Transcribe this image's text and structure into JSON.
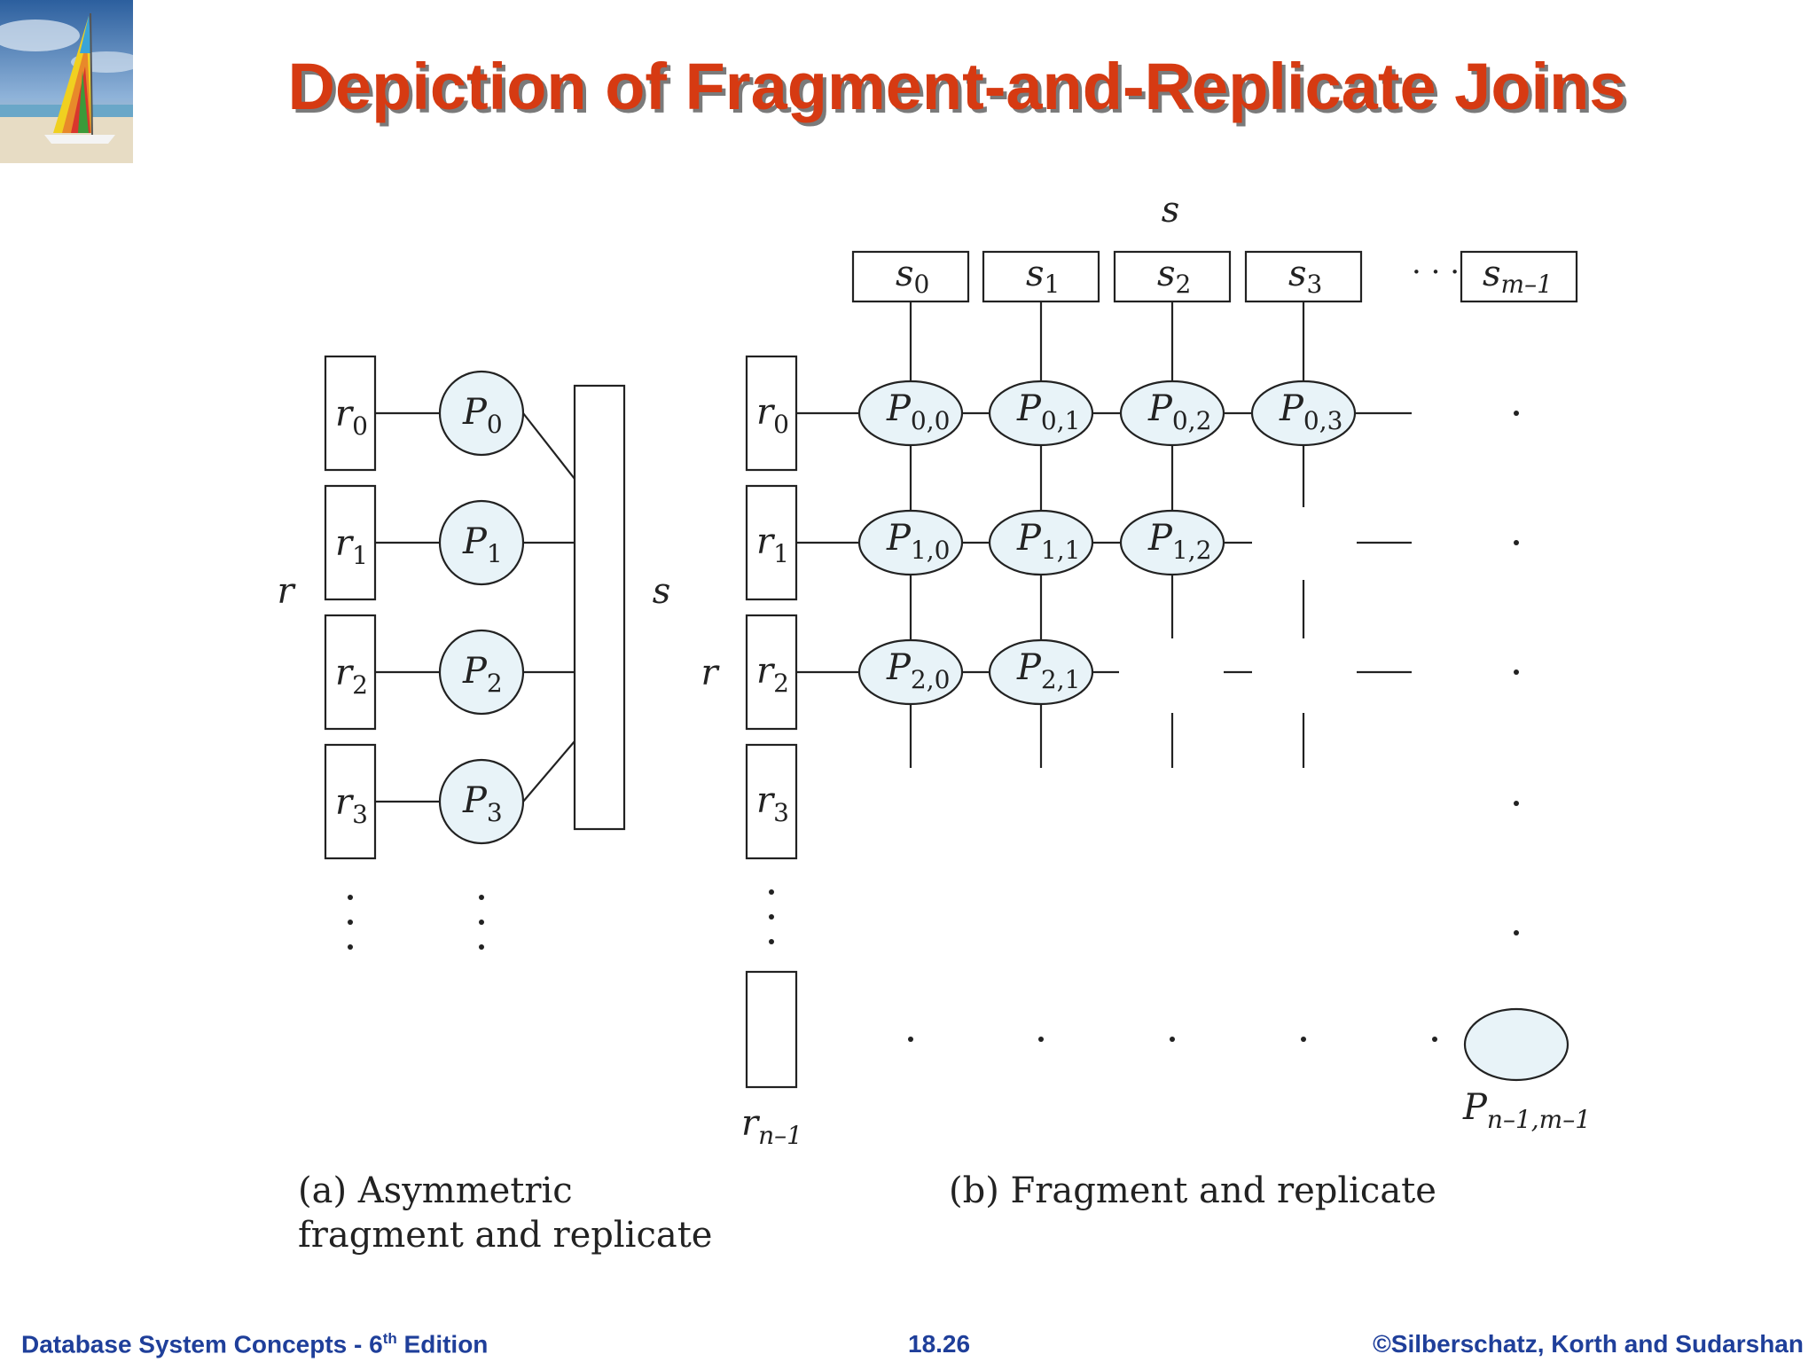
{
  "slide": {
    "title": "Depiction of Fragment-and-Replicate Joins"
  },
  "footer": {
    "left_text": "Database System Concepts - 6",
    "left_sup": "th",
    "left_suffix": " Edition",
    "page_number": "18.26",
    "copyright": "©Silberschatz, Korth and Sudarshan"
  },
  "diagram_a": {
    "relation_r": "r",
    "relation_s": "s",
    "fragments": [
      {
        "base": "r",
        "sub": "0"
      },
      {
        "base": "r",
        "sub": "1"
      },
      {
        "base": "r",
        "sub": "2"
      },
      {
        "base": "r",
        "sub": "3"
      }
    ],
    "processors": [
      {
        "base": "P",
        "sub": "0"
      },
      {
        "base": "P",
        "sub": "1"
      },
      {
        "base": "P",
        "sub": "2"
      },
      {
        "base": "P",
        "sub": "3"
      }
    ],
    "caption_line1": "(a) Asymmetric",
    "caption_line2": "fragment and replicate"
  },
  "diagram_b": {
    "relation_r": "r",
    "relation_s": "s",
    "s_fragments": [
      {
        "base": "s",
        "sub": "0"
      },
      {
        "base": "s",
        "sub": "1"
      },
      {
        "base": "s",
        "sub": "2"
      },
      {
        "base": "s",
        "sub": "3"
      },
      {
        "base": "s",
        "sub": "m–1"
      }
    ],
    "r_fragments": [
      {
        "base": "r",
        "sub": "0"
      },
      {
        "base": "r",
        "sub": "1"
      },
      {
        "base": "r",
        "sub": "2"
      },
      {
        "base": "r",
        "sub": "3"
      }
    ],
    "r_last": {
      "base": "r",
      "sub": "n–1"
    },
    "processors": [
      {
        "base": "P",
        "sub": "0,0"
      },
      {
        "base": "P",
        "sub": "0,1"
      },
      {
        "base": "P",
        "sub": "0,2"
      },
      {
        "base": "P",
        "sub": "0,3"
      },
      {
        "base": "P",
        "sub": "1,0"
      },
      {
        "base": "P",
        "sub": "1,1"
      },
      {
        "base": "P",
        "sub": "1,2"
      },
      {
        "base": "P",
        "sub": "2,0"
      },
      {
        "base": "P",
        "sub": "2,1"
      }
    ],
    "last_processor": {
      "base": "P",
      "sub": "n–1,m–1"
    },
    "ellipsis": "· · ·",
    "caption": "(b) Fragment and replicate"
  },
  "colors": {
    "title": "#d63a12",
    "footer": "#1f3f9a",
    "processor_fill": "#e8f3f8",
    "stroke": "#222222"
  }
}
